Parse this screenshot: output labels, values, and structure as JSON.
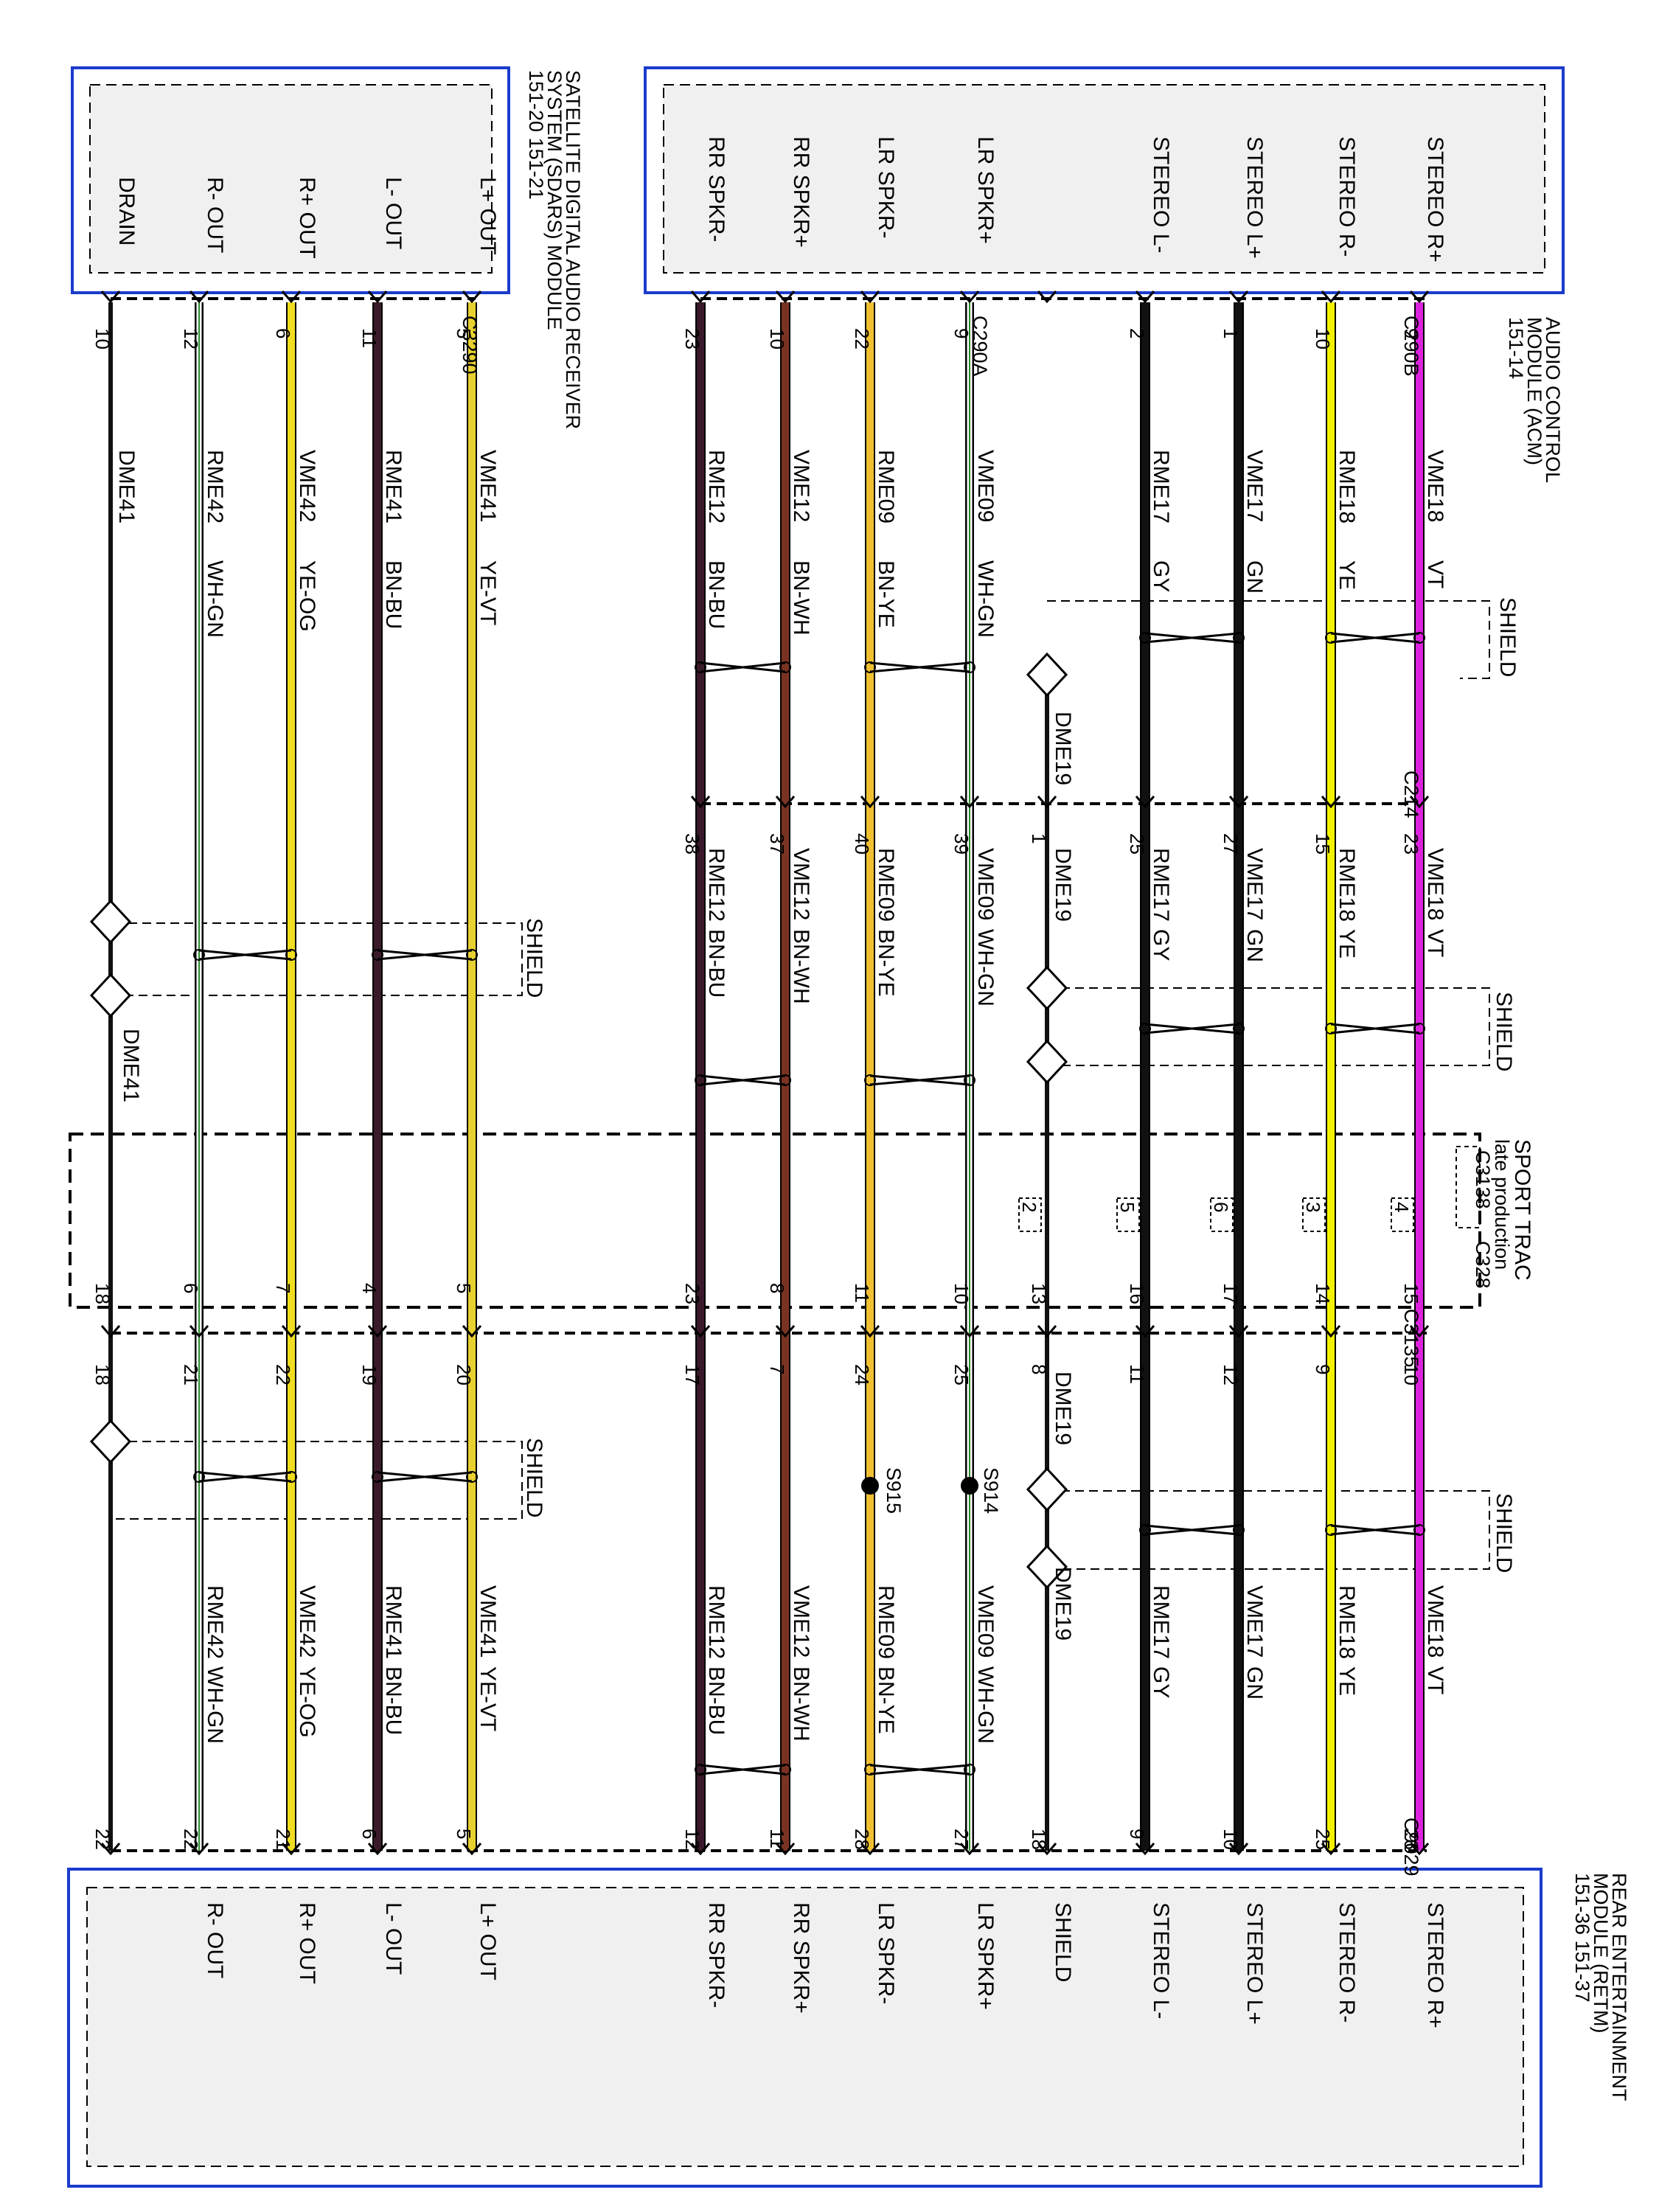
{
  "modules": {
    "acm": {
      "title": [
        "AUDIO CONTROL",
        "MODULE (ACM)",
        "151-14"
      ],
      "pins": [
        "STEREO R+",
        "STEREO R-",
        "STEREO L+",
        "STEREO L-",
        "LR SPKR+",
        "LR SPKR-",
        "RR SPKR+",
        "RR SPKR-"
      ]
    },
    "sdars": {
      "title": [
        "SATELLITE DIGITAL AUDIO RECEIVER",
        "SYSTEM (SDARS) MODULE",
        "151-20  151-21"
      ],
      "pins": [
        "L+ OUT",
        "L- OUT",
        "R+ OUT",
        "R- OUT",
        "DRAIN"
      ]
    },
    "retm": {
      "title": [
        "REAR ENTERTAINMENT",
        "MODULE (RETM)",
        "151-36      151-37"
      ],
      "pins": [
        "STEREO R+",
        "STEREO R-",
        "STEREO L+",
        "STEREO L-",
        "SHIELD",
        "LR SPKR+",
        "LR SPKR-",
        "RR SPKR+",
        "RR SPKR-",
        "L+ OUT",
        "L- OUT",
        "R+ OUT",
        "R- OUT"
      ]
    }
  },
  "connectors": [
    "C290B",
    "C290A",
    "C3290",
    "C214",
    "C3135",
    "C9029",
    "C3138",
    "C328"
  ],
  "notes": {
    "sport_trac": "SPORT TRAC",
    "late_production": "late production",
    "shield": "SHIELD"
  },
  "drains": {
    "dme19": "DME19",
    "dme41": "DME41"
  },
  "splices": [
    "S914",
    "S915"
  ],
  "wires": [
    {
      "id": "VME18",
      "color": "VT",
      "hex": "#dd22dd",
      "pins": [
        "9",
        "23",
        "15",
        "10",
        "26"
      ]
    },
    {
      "id": "RME18",
      "color": "YE",
      "hex": "#f2f200",
      "pins": [
        "10",
        "15",
        "14",
        "9",
        "25"
      ]
    },
    {
      "id": "VME17",
      "color": "GN",
      "hex": "#111111",
      "pins": [
        "1",
        "27",
        "17",
        "12",
        "10"
      ]
    },
    {
      "id": "RME17",
      "color": "GY",
      "hex": "#111111",
      "pins": [
        "2",
        "25",
        "16",
        "11",
        "9"
      ]
    },
    {
      "id": "DME19",
      "color": "",
      "hex": "#111111",
      "pins": [
        "",
        "1",
        "13",
        "8",
        "18"
      ]
    },
    {
      "id": "VME09",
      "color": "WH-GN",
      "hex": "#ffffff",
      "pins": [
        "9",
        "39",
        "10",
        "25",
        "27"
      ]
    },
    {
      "id": "RME09",
      "color": "BN-YE",
      "hex": "#f0c030",
      "pins": [
        "22",
        "40",
        "11",
        "24",
        "28"
      ]
    },
    {
      "id": "VME12",
      "color": "BN-WH",
      "hex": "#7a3322",
      "pins": [
        "10",
        "37",
        "8",
        "7",
        "11"
      ]
    },
    {
      "id": "RME12",
      "color": "BN-BU",
      "hex": "#3a1a2a",
      "pins": [
        "23",
        "38",
        "23",
        "17",
        "12"
      ]
    },
    {
      "id": "VME41",
      "color": "YE-VT",
      "hex": "#e8d030",
      "pins": [
        "5",
        "",
        "5",
        "20",
        "5"
      ]
    },
    {
      "id": "RME41",
      "color": "BN-BU",
      "hex": "#3a1a2a",
      "pins": [
        "11",
        "",
        "4",
        "19",
        "6"
      ]
    },
    {
      "id": "VME42",
      "color": "YE-OG",
      "hex": "#f0dd20",
      "pins": [
        "6",
        "",
        "7",
        "22",
        "21"
      ]
    },
    {
      "id": "RME42",
      "color": "WH-GN",
      "hex": "#ffffff",
      "pins": [
        "12",
        "",
        "6",
        "21",
        "22"
      ]
    },
    {
      "id": "DME41",
      "color": "",
      "hex": "#111111",
      "pins": [
        "10",
        "",
        "18",
        "18",
        "22"
      ]
    }
  ],
  "c3138_pins": [
    "4",
    "3",
    "6",
    "5",
    "2"
  ]
}
